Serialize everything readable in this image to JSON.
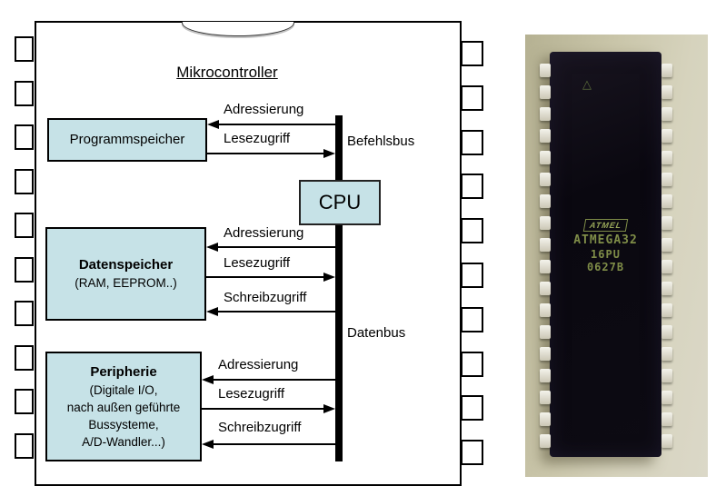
{
  "diagram": {
    "title": "Mikrocontroller",
    "cpu_label": "CPU",
    "bus_labels": {
      "befehlsbus": "Befehlsbus",
      "datenbus": "Datenbus"
    },
    "blocks": [
      {
        "title": "Programmspeicher",
        "lines": []
      },
      {
        "title": "Datenspeicher",
        "lines": [
          "(RAM, EEPROM..)"
        ]
      },
      {
        "title": "Peripherie",
        "lines": [
          "(Digitale I/O,",
          "nach außen  geführte",
          "Bussysteme,",
          "A/D-Wandler...)"
        ]
      }
    ],
    "arrows": [
      {
        "label": "Adressierung",
        "direction": "bus-to-block",
        "bus": "Befehlsbus",
        "block": "Programmspeicher"
      },
      {
        "label": "Lesezugriff",
        "direction": "block-to-bus",
        "bus": "Befehlsbus",
        "block": "Programmspeicher"
      },
      {
        "label": "Adressierung",
        "direction": "bus-to-block",
        "bus": "Datenbus",
        "block": "Datenspeicher"
      },
      {
        "label": "Lesezugriff",
        "direction": "block-to-bus",
        "bus": "Datenbus",
        "block": "Datenspeicher"
      },
      {
        "label": "Schreibzugriff",
        "direction": "bus-to-block",
        "bus": "Datenbus",
        "block": "Datenspeicher"
      },
      {
        "label": "Adressierung",
        "direction": "bus-to-block",
        "bus": "Datenbus",
        "block": "Peripherie"
      },
      {
        "label": "Lesezugriff",
        "direction": "block-to-bus",
        "bus": "Datenbus",
        "block": "Peripherie"
      },
      {
        "label": "Schreibzugriff",
        "direction": "bus-to-block",
        "bus": "Datenbus",
        "block": "Peripherie"
      }
    ],
    "colors": {
      "block_fill": "#c6e2e7",
      "bus": "#000000"
    }
  },
  "chip_photo": {
    "brand": "ATMEL",
    "part_number": "ATMEGA32",
    "package_code": "16PU",
    "date_code": "0627B",
    "marking_color": "#7f8d48",
    "body_color": "#0d0b13",
    "background_color": "#cdc9ae"
  }
}
